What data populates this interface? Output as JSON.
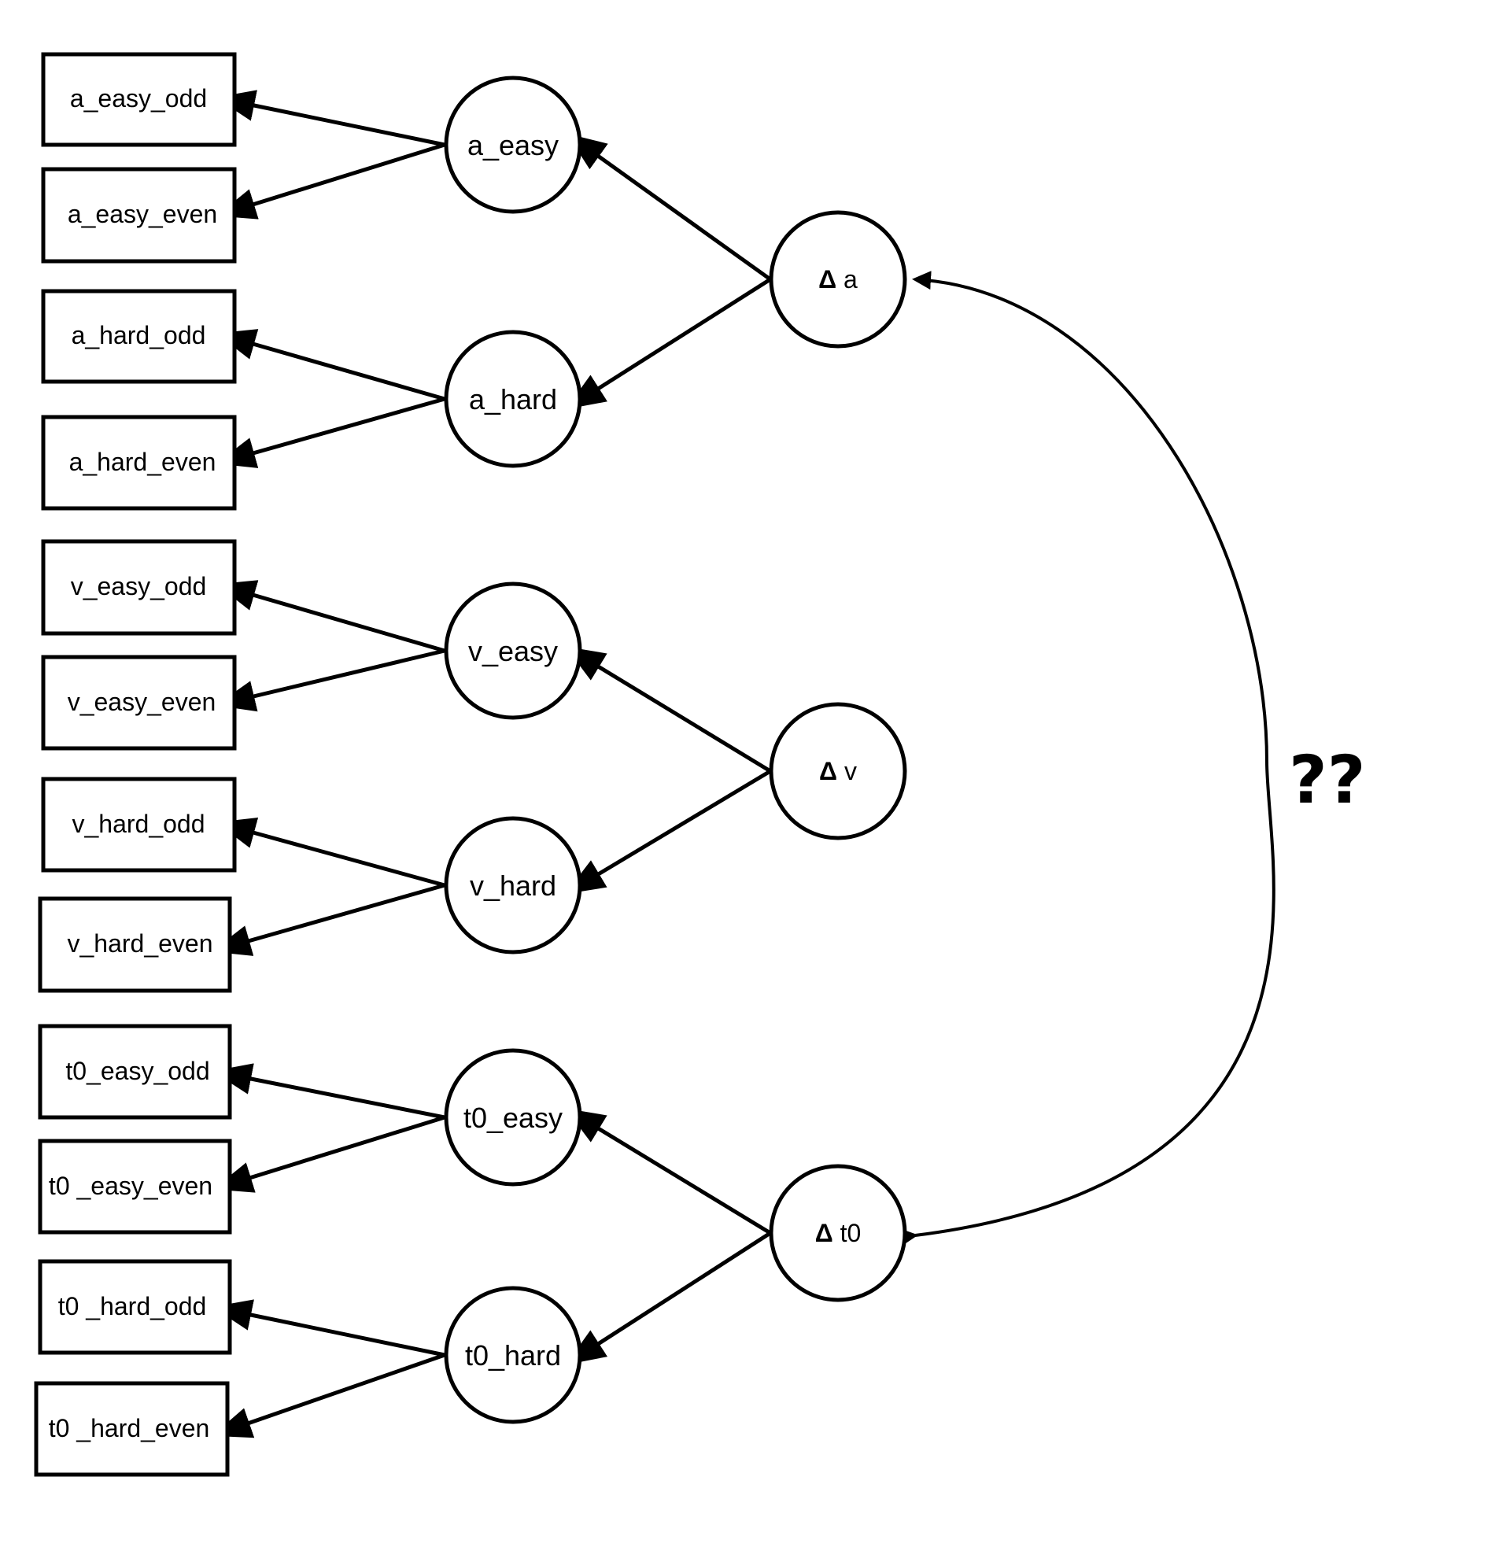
{
  "observed": {
    "a_easy_odd": "a_easy_odd",
    "a_easy_even": "a_easy_even",
    "a_hard_odd": "a_hard_odd",
    "a_hard_even": "a_hard_even",
    "v_easy_odd": "v_easy_odd",
    "v_easy_even": "v_easy_even",
    "v_hard_odd": "v_hard_odd",
    "v_hard_even": "v_hard_even",
    "t0_easy_odd": "t0_easy_odd",
    "t0_easy_even": "t0 _easy_even",
    "t0_hard_odd": "t0 _hard_odd",
    "t0_hard_even": "t0 _hard_even"
  },
  "latent": {
    "a_easy": "a_easy",
    "a_hard": "a_hard",
    "v_easy": "v_easy",
    "v_hard": "v_hard",
    "t0_easy": "t0_easy",
    "t0_hard": "t0_hard"
  },
  "difference": {
    "symbol": "Δ",
    "a": "a",
    "v": "v",
    "t0": "t0"
  },
  "correlation_label": "??",
  "colors": {
    "stroke": "#000000",
    "fill": "#ffffff"
  }
}
